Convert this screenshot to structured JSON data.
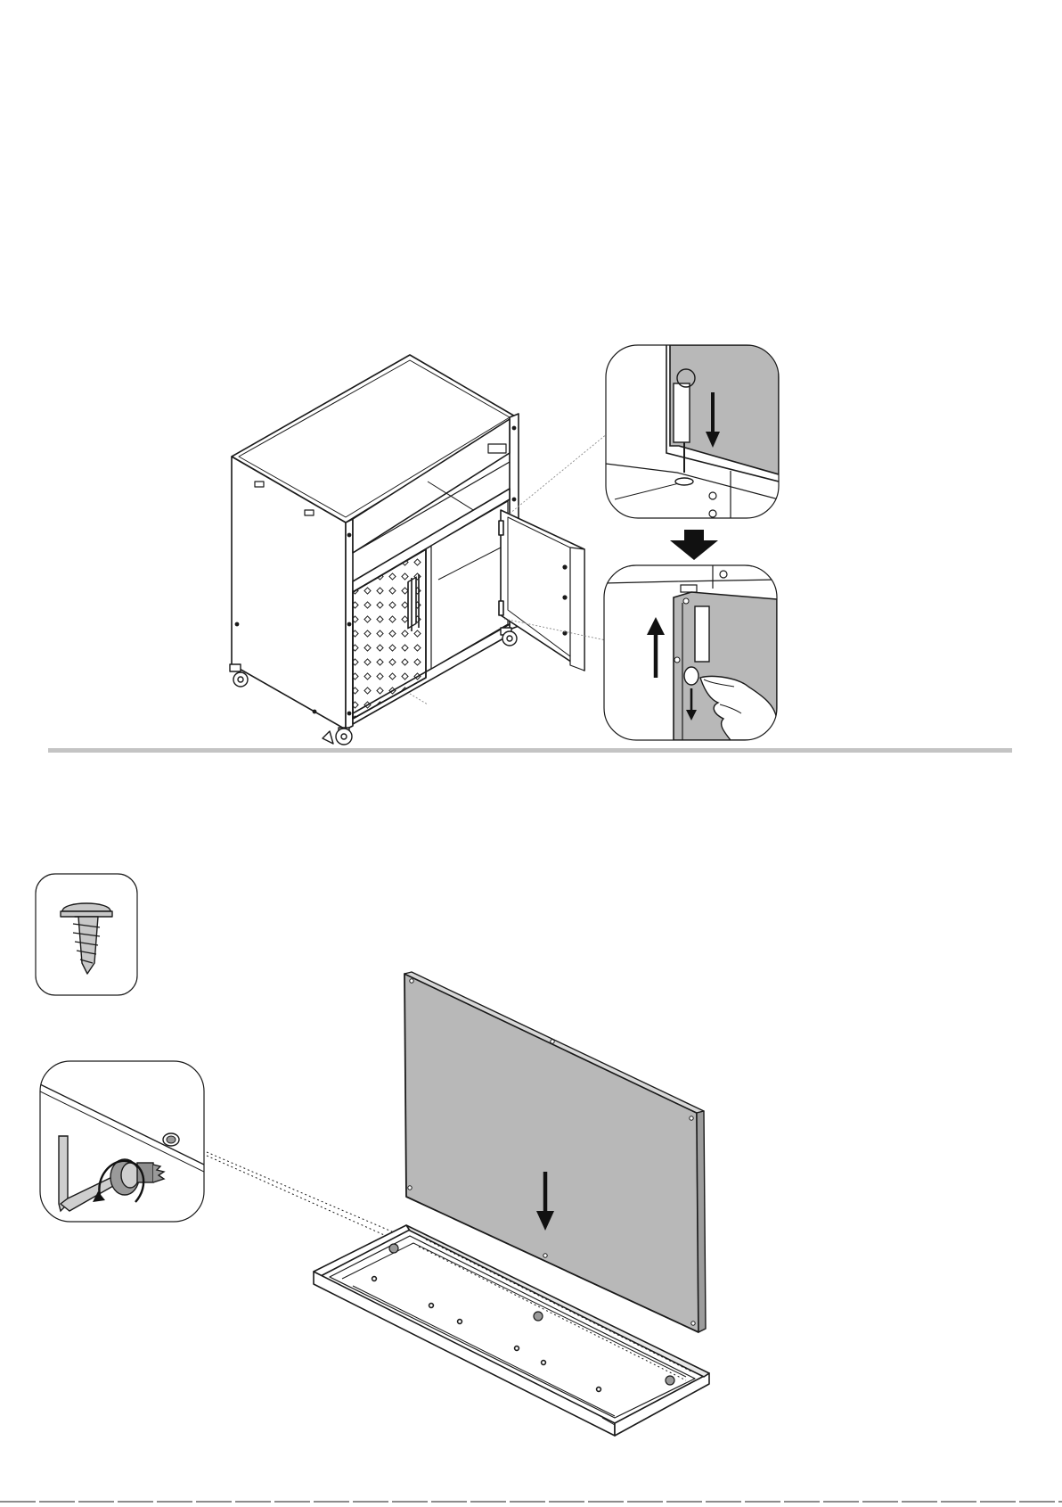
{
  "colors": {
    "line": "#1a1a1a",
    "panel_gray": "#b8b8b8",
    "divider_gray": "#c4c4c4",
    "paper": "#ffffff",
    "arrow": "#111111"
  },
  "steps": [
    {
      "name": "door-hinge-install",
      "callouts": [
        "hinge-pin-insert-detail",
        "hinge-pin-release-detail"
      ],
      "arrows": [
        "down",
        "up",
        "down"
      ]
    },
    {
      "name": "back-panel-install",
      "callouts": [
        "screw-part",
        "allen-key-tighten-detail"
      ],
      "arrows": [
        "down"
      ]
    }
  ],
  "icons": {
    "cart": "utility-cart-icon",
    "door": "cabinet-door-icon",
    "screw": "screw-icon",
    "allen_key": "allen-key-icon",
    "panel": "back-panel-icon",
    "base": "base-tray-icon"
  }
}
